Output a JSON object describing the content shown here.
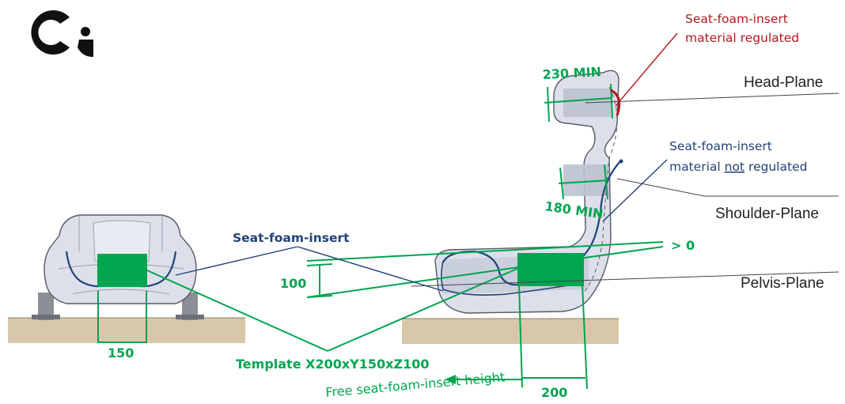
{
  "colors": {
    "green": "#00a550",
    "red": "#b3181d",
    "blue": "#22427a",
    "seat_fill": "#dde0ea",
    "floor": "#d9c7a9"
  },
  "logo": {
    "icon": "company-logo-icon"
  },
  "labels": {
    "seat_foam_regulated_1": "Seat-foam-insert",
    "seat_foam_regulated_2": "material regulated",
    "seat_foam_not_regulated_1": "Seat-foam-insert",
    "seat_foam_not_regulated_2a": "material ",
    "seat_foam_not_regulated_not": "not",
    "seat_foam_not_regulated_2b": " regulated",
    "seat_foam_insert": "Seat-foam-insert",
    "head_plane": "Head-Plane",
    "shoulder_plane": "Shoulder-Plane",
    "pelvis_plane": "Pelvis-Plane",
    "dim_230": "230 MIN",
    "dim_180": "180 MIN",
    "dim_gt0": "> 0",
    "dim_100": "100",
    "dim_150": "150",
    "dim_200": "200",
    "template": "Template X200xY150xZ100",
    "free_height": "Free seat-foam-insert height"
  }
}
